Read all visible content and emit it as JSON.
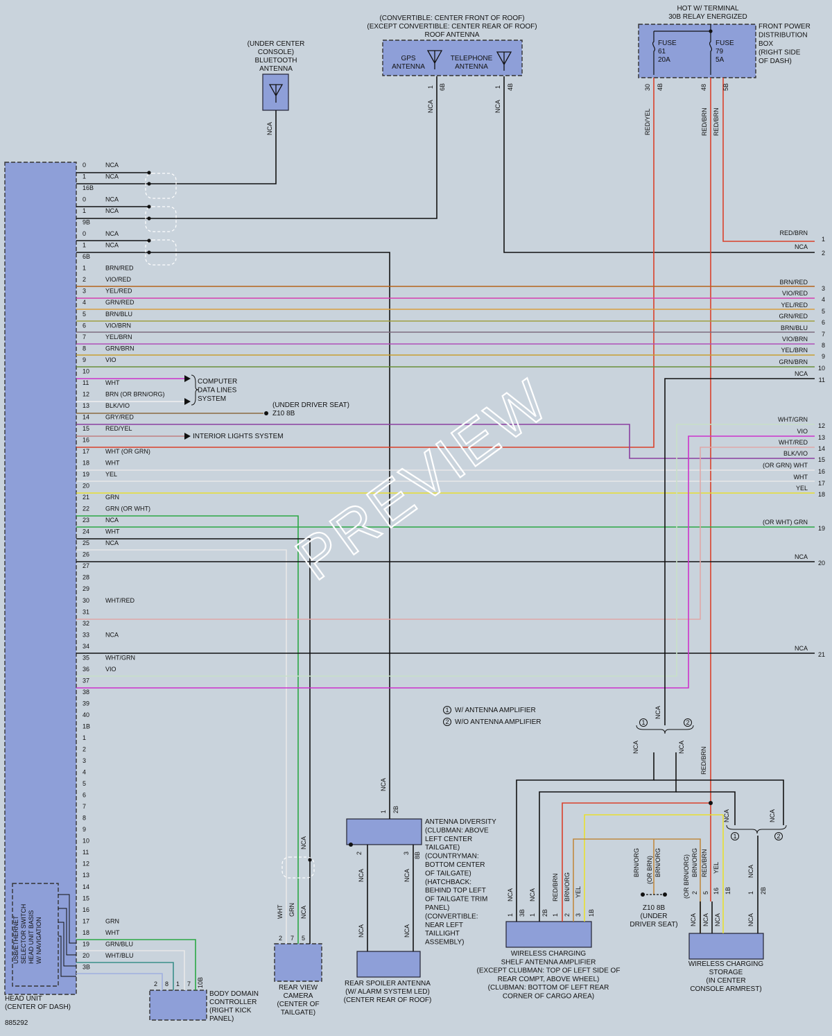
{
  "diagram_id": "885292",
  "watermark": "PREVIEW",
  "legend": {
    "n1": "1",
    "n2": "2",
    "item1": "W/ ANTENNA AMPLIFIER",
    "item2": "W/O ANTENNA AMPLIFIER"
  },
  "components": {
    "head_unit": "HEAD UNIT\n(CENTER OF DASH)",
    "usb_switch": "USB/ETHERNET\nSELECTOR SWITCH\nHEAD UNIT BASIS\nW/ NAVIGATION",
    "bt_antenna": "(UNDER CENTER\nCONSOLE)\nBLUETOOTH\nANTENNA",
    "roof_antenna": "(CONVERTIBLE: CENTER FRONT OF ROOF)\n(EXCEPT CONVERTIBLE: CENTER REAR OF ROOF)\nROOF ANTENNA",
    "gps_antenna": "GPS\nANTENNA",
    "tel_antenna": "TELEPHONE\nANTENNA",
    "hot_label": "HOT W/ TERMINAL\n30B RELAY ENERGIZED",
    "fuse61": "FUSE\n61\n20A",
    "fuse79": "FUSE\n79\n5A",
    "fpdb": "FRONT POWER\nDISTRIBUTION\nBOX\n(RIGHT SIDE\nOF DASH)",
    "computer": "COMPUTER\nDATA LINES\nSYSTEM",
    "z10_top": "(UNDER DRIVER SEAT)\nZ10 8B",
    "interior": "INTERIOR LIGHTS SYSTEM",
    "antenna_div": "ANTENNA DIVERSITY\n(CLUBMAN: ABOVE\nLEFT CENTER\nTAILGATE)\n(COUNTRYMAN:\nBOTTOM CENTER\nOF TAILGATE)\n(HATCHBACK:\nBEHIND TOP LEFT\nOF TAILGATE TRIM\nPANEL)\n(CONVERTIBLE:\nNEAR LEFT\nTAILLIGHT\nASSEMBLY)",
    "rear_spoiler": "REAR SPOILER ANTENNA\n(W/ ALARM SYSTEM LED)\n(CENTER REAR OF ROOF)",
    "rear_camera": "REAR VIEW\nCAMERA\n(CENTER OF\nTAILGATE)",
    "bdc": "BODY DOMAIN\nCONTROLLER\n(RIGHT KICK\nPANEL)",
    "wc_amp": "WIRELESS CHARGING\nSHELF ANTENNA AMPLIFIER\n(EXCEPT CLUBMAN: TOP OF LEFT SIDE OF\nREAR COMPT, ABOVE WHEEL)\n(CLUBMAN: BOTTOM OF LEFT REAR\nCORNER OF CARGO AREA)",
    "z10_bottom": "Z10 8B\n(UNDER\nDRIVER SEAT)",
    "wc_storage": "WIRELESS CHARGING\nSTORAGE\n(IN CENTER\nCONSOLE ARMREST)"
  },
  "left_pins": [
    {
      "pin": "0",
      "wire": "NCA"
    },
    {
      "pin": "1",
      "wire": "NCA"
    },
    {
      "pin": "16B",
      "wire": ""
    },
    {
      "pin": "0",
      "wire": "NCA"
    },
    {
      "pin": "1",
      "wire": "NCA"
    },
    {
      "pin": "9B",
      "wire": ""
    },
    {
      "pin": "0",
      "wire": "NCA"
    },
    {
      "pin": "1",
      "wire": "NCA"
    },
    {
      "pin": "6B",
      "wire": ""
    },
    {
      "pin": "1",
      "wire": "BRN/RED"
    },
    {
      "pin": "2",
      "wire": "VIO/RED"
    },
    {
      "pin": "3",
      "wire": "YEL/RED"
    },
    {
      "pin": "4",
      "wire": "GRN/RED"
    },
    {
      "pin": "5",
      "wire": "BRN/BLU"
    },
    {
      "pin": "6",
      "wire": "VIO/BRN"
    },
    {
      "pin": "7",
      "wire": "YEL/BRN"
    },
    {
      "pin": "8",
      "wire": "GRN/BRN"
    },
    {
      "pin": "9",
      "wire": "VIO"
    },
    {
      "pin": "10",
      "wire": ""
    },
    {
      "pin": "11",
      "wire": "WHT"
    },
    {
      "pin": "12",
      "wire": "BRN (OR BRN/ORG)"
    },
    {
      "pin": "13",
      "wire": "BLK/VIO"
    },
    {
      "pin": "14",
      "wire": "GRY/RED"
    },
    {
      "pin": "15",
      "wire": "RED/YEL"
    },
    {
      "pin": "16",
      "wire": ""
    },
    {
      "pin": "17",
      "wire": "WHT (OR GRN)"
    },
    {
      "pin": "18",
      "wire": "WHT"
    },
    {
      "pin": "19",
      "wire": "YEL"
    },
    {
      "pin": "20",
      "wire": ""
    },
    {
      "pin": "21",
      "wire": "GRN"
    },
    {
      "pin": "22",
      "wire": "GRN (OR WHT)"
    },
    {
      "pin": "23",
      "wire": "NCA"
    },
    {
      "pin": "24",
      "wire": "WHT"
    },
    {
      "pin": "25",
      "wire": "NCA"
    },
    {
      "pin": "26",
      "wire": ""
    },
    {
      "pin": "27",
      "wire": ""
    },
    {
      "pin": "28",
      "wire": ""
    },
    {
      "pin": "29",
      "wire": ""
    },
    {
      "pin": "30",
      "wire": "WHT/RED"
    },
    {
      "pin": "31",
      "wire": ""
    },
    {
      "pin": "32",
      "wire": ""
    },
    {
      "pin": "33",
      "wire": "NCA"
    },
    {
      "pin": "34",
      "wire": ""
    },
    {
      "pin": "35",
      "wire": "WHT/GRN"
    },
    {
      "pin": "36",
      "wire": "VIO"
    },
    {
      "pin": "37",
      "wire": ""
    },
    {
      "pin": "38",
      "wire": ""
    },
    {
      "pin": "39",
      "wire": ""
    },
    {
      "pin": "40",
      "wire": ""
    },
    {
      "pin": "1B",
      "wire": ""
    },
    {
      "pin": "1",
      "wire": ""
    },
    {
      "pin": "2",
      "wire": ""
    },
    {
      "pin": "3",
      "wire": ""
    },
    {
      "pin": "4",
      "wire": ""
    },
    {
      "pin": "5",
      "wire": ""
    },
    {
      "pin": "6",
      "wire": ""
    },
    {
      "pin": "7",
      "wire": ""
    },
    {
      "pin": "8",
      "wire": ""
    },
    {
      "pin": "9",
      "wire": ""
    },
    {
      "pin": "10",
      "wire": ""
    },
    {
      "pin": "11",
      "wire": ""
    },
    {
      "pin": "12",
      "wire": ""
    },
    {
      "pin": "13",
      "wire": ""
    },
    {
      "pin": "14",
      "wire": ""
    },
    {
      "pin": "15",
      "wire": ""
    },
    {
      "pin": "16",
      "wire": ""
    },
    {
      "pin": "17",
      "wire": "GRN"
    },
    {
      "pin": "18",
      "wire": "WHT"
    },
    {
      "pin": "19",
      "wire": "GRN/BLU"
    },
    {
      "pin": "20",
      "wire": "WHT/BLU"
    },
    {
      "pin": "3B",
      "wire": ""
    }
  ],
  "right_pins": [
    {
      "pin": "1",
      "wire": "RED/BRN"
    },
    {
      "pin": "2",
      "wire": "NCA"
    },
    {
      "pin": "3",
      "wire": "BRN/RED"
    },
    {
      "pin": "4",
      "wire": "VIO/RED"
    },
    {
      "pin": "5",
      "wire": "YEL/RED"
    },
    {
      "pin": "6",
      "wire": "GRN/RED"
    },
    {
      "pin": "7",
      "wire": "BRN/BLU"
    },
    {
      "pin": "8",
      "wire": "VIO/BRN"
    },
    {
      "pin": "9",
      "wire": "YEL/BRN"
    },
    {
      "pin": "10",
      "wire": "GRN/BRN"
    },
    {
      "pin": "11",
      "wire": "NCA"
    },
    {
      "pin": "12",
      "wire": "WHT/GRN"
    },
    {
      "pin": "13",
      "wire": "VIO"
    },
    {
      "pin": "14",
      "wire": "WHT/RED"
    },
    {
      "pin": "15",
      "wire": "BLK/VIO"
    },
    {
      "pin": "16",
      "wire": "(OR GRN) WHT"
    },
    {
      "pin": "17",
      "wire": "WHT"
    },
    {
      "pin": "18",
      "wire": "YEL"
    },
    {
      "pin": "19",
      "wire": "(OR WHT) GRN"
    },
    {
      "pin": "20",
      "wire": "NCA"
    },
    {
      "pin": "21",
      "wire": "NCA"
    }
  ],
  "labels": {
    "nca": "NCA",
    "red_yel": "RED/YEL",
    "red_brn": "RED/BRN",
    "wht": "WHT",
    "grn": "GRN",
    "yel": "YEL",
    "brn_org": "BRN/ORG",
    "or_brn": "(OR BRN)",
    "or_brn_org": "(OR BRN/ORG)",
    "p_1": "1",
    "p_2": "2",
    "p_3": "3",
    "p_4": "4",
    "p_5": "5",
    "p_7": "7",
    "p_8": "8",
    "p_16": "16",
    "p_30": "30",
    "p_48": "48",
    "p_1B": "1B",
    "p_2B": "2B",
    "p_3B": "3B",
    "p_4B": "4B",
    "p_5B": "5B",
    "p_6B": "6B",
    "p_8B": "8B",
    "p_10B": "10B"
  },
  "colors": {
    "brn_red": "#b5651d",
    "vio_red": "#d63fb0",
    "yel_red": "#d8a040",
    "grn_red": "#a0a040",
    "brn_blu": "#7e6c80",
    "vio_brn": "#b04fb8",
    "yel_brn": "#c8a030",
    "grn_brn": "#6a8f3a",
    "red": "#d9402a",
    "vio": "#cc33cc",
    "grn": "#2aa845",
    "wht": "#f0f0f0",
    "yel": "#e8e030"
  }
}
